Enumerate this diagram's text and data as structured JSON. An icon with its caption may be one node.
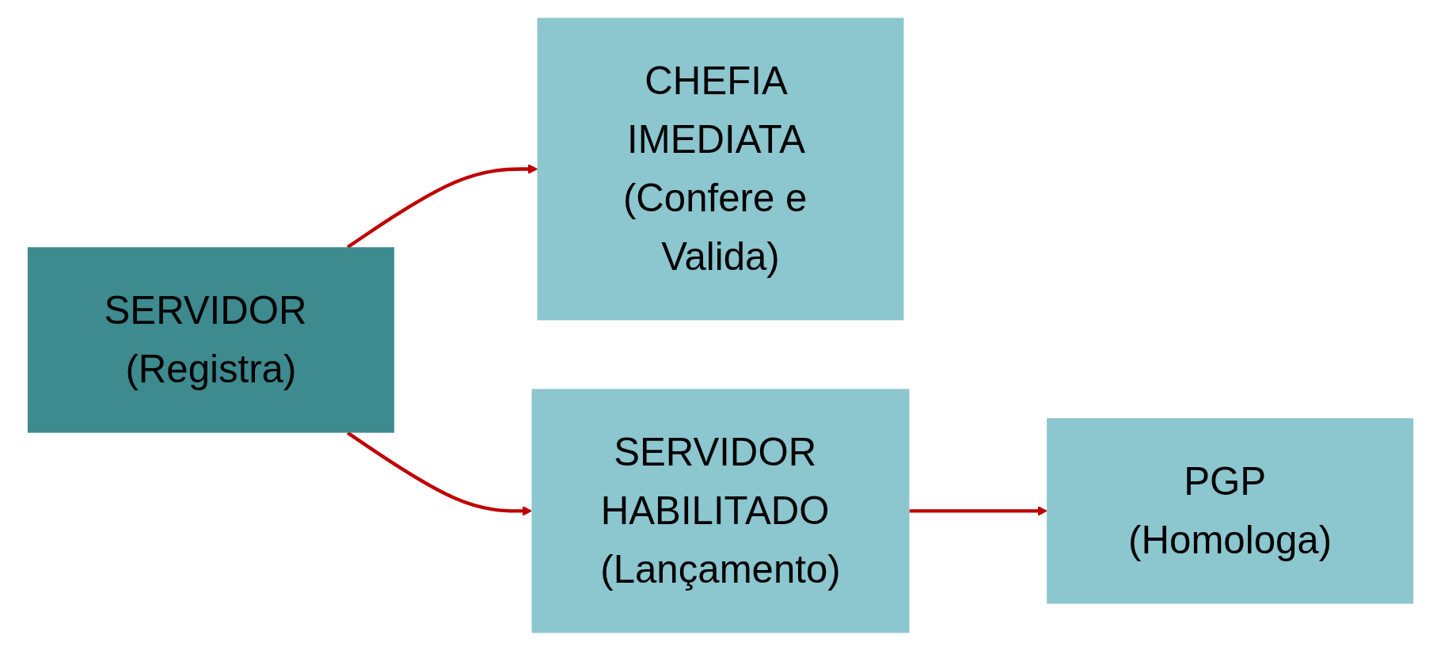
{
  "diagram": {
    "nodes": [
      {
        "text": [
          "CHEFIA IMEDIATA (Confere e Valida)"
        ]
      },
      {
        "text": [
          "SERVIDOR (Registra)"
        ]
      },
      {
        "text": [
          "PGP (Homologa)"
        ]
      },
      {
        "text": [
          "SERVIDOR HABILITADO (Lançamento)"
        ]
      }
    ],
    "edges": [
      {
        "from": 1,
        "to": 0,
        "arrow": "to"
      },
      {
        "from": 1,
        "to": 3,
        "arrow": "to"
      },
      {
        "from": 3,
        "to": 2,
        "arrow": "to"
      }
    ]
  }
}
